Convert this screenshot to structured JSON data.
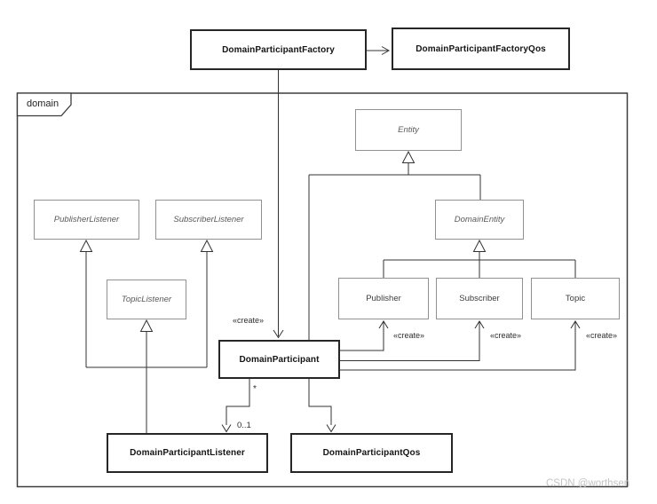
{
  "diagram": {
    "package_label": "domain",
    "watermark": "CSDN @worthsen",
    "colors": {
      "edge": "#333333",
      "solid_border": "#262626",
      "abstract_border": "#929292",
      "abstract_text": "#5a5a5a",
      "watermark_text": "#c3c3c3"
    },
    "nodes": {
      "factory": {
        "label": "DomainParticipantFactory"
      },
      "factory_qos": {
        "label": "DomainParticipantFactoryQos"
      },
      "entity": {
        "label": "Entity"
      },
      "publisher_listener": {
        "label": "PublisherListener"
      },
      "subscriber_listener": {
        "label": "SubscriberListener"
      },
      "domain_entity": {
        "label": "DomainEntity"
      },
      "topic_listener": {
        "label": "TopicListener"
      },
      "publisher": {
        "label": "Publisher"
      },
      "subscriber": {
        "label": "Subscriber"
      },
      "topic": {
        "label": "Topic"
      },
      "domain_participant": {
        "label": "DomainParticipant"
      },
      "domain_participant_listener": {
        "label": "DomainParticipantListener"
      },
      "domain_participant_qos": {
        "label": "DomainParticipantQos"
      }
    },
    "edge_labels": {
      "create_participant": "«create»",
      "create_publisher": "«create»",
      "create_subscriber": "«create»",
      "create_topic": "«create»",
      "mult_star": "*",
      "mult_zero_one": "0..1"
    }
  }
}
